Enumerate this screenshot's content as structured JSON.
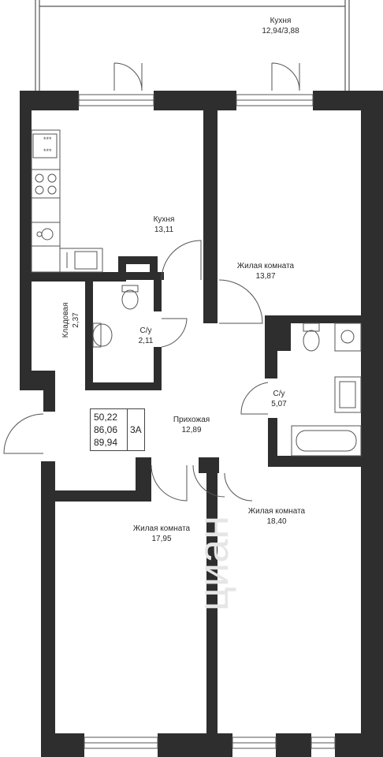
{
  "rooms": {
    "balcony": {
      "name": "Кухня",
      "area": "12,94/3,88"
    },
    "kitchen": {
      "name": "Кухня",
      "area": "13,11"
    },
    "living1": {
      "name": "Жилая комната",
      "area": "13,87"
    },
    "storage": {
      "name": "Кладовая",
      "area": "2,37"
    },
    "bath1": {
      "name": "С/у",
      "area": "2,11"
    },
    "bath2": {
      "name": "С/у",
      "area": "5,07"
    },
    "hall": {
      "name": "Прихожая",
      "area": "12,89"
    },
    "living2": {
      "name": "Жилая комната",
      "area": "17,95"
    },
    "living3": {
      "name": "Жилая комната",
      "area": "18,40"
    }
  },
  "summary": {
    "living_area": "50,22",
    "total_area": "86,06",
    "total_with_balcony": "89,94",
    "apartment_type": "3А"
  },
  "watermark": {
    "text": "циан"
  },
  "colors": {
    "wall": "#2e2e2e",
    "line": "#555555"
  }
}
